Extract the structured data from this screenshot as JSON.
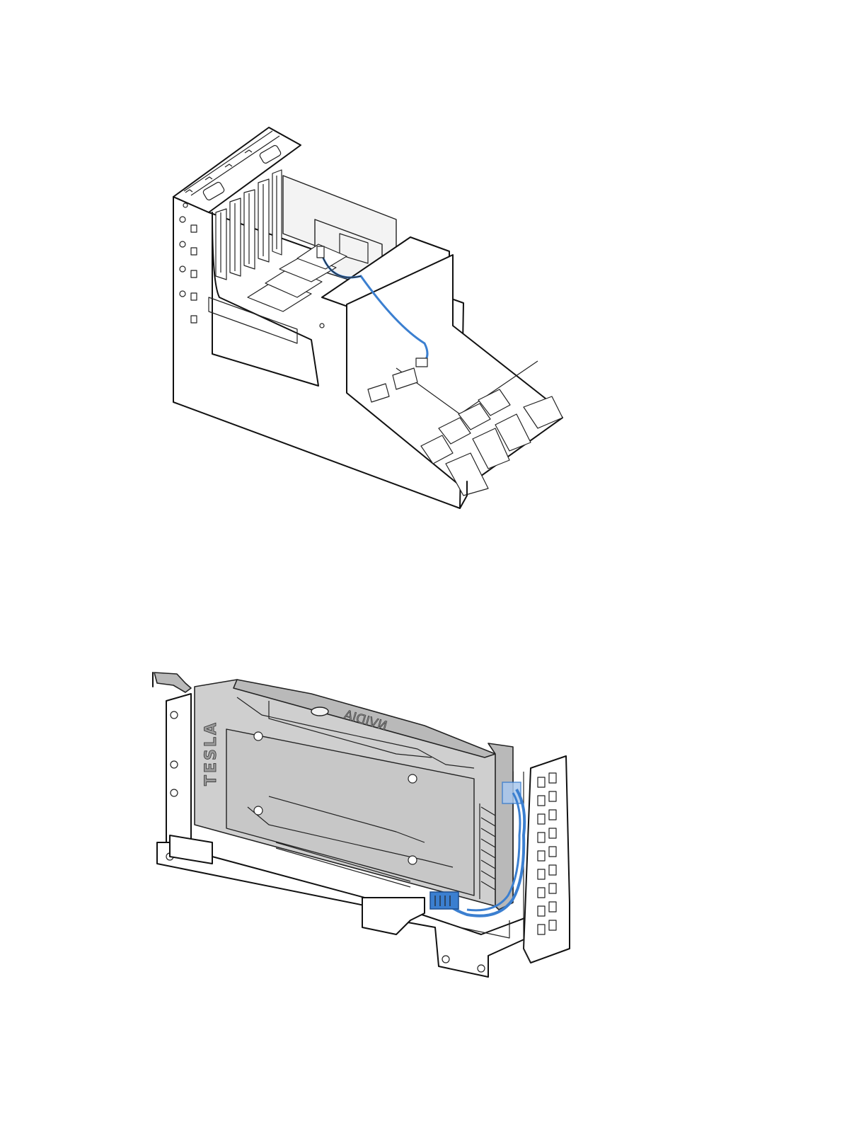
{
  "figures": [
    {
      "id": "riser-cage-assembly",
      "accent_cable_color": "#3b7fd0"
    },
    {
      "id": "gpu-riser-assembly",
      "accent_cable_color": "#3b7fd0",
      "card_logo_text": "TESLA",
      "card_brand_text": "NVIDIA"
    }
  ]
}
